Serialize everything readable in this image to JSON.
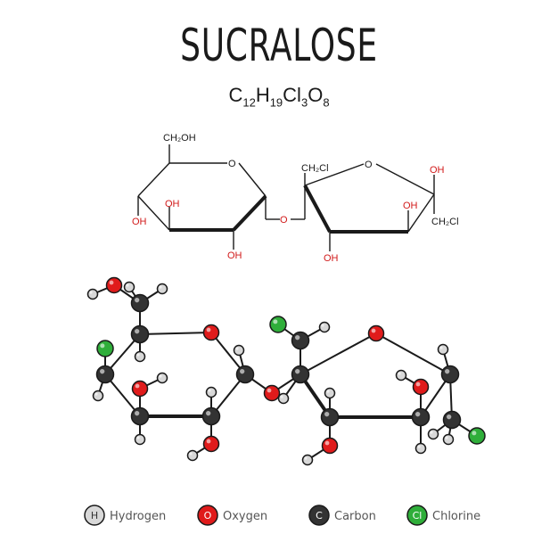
{
  "title": "SUCRALOSE",
  "formula": {
    "parts": [
      {
        "t": "C"
      },
      {
        "s": "12"
      },
      {
        "t": "H"
      },
      {
        "s": "19"
      },
      {
        "t": "Cl"
      },
      {
        "s": "3"
      },
      {
        "t": "O"
      },
      {
        "s": "8"
      }
    ]
  },
  "structure_labels": {
    "ch2oh": "CH₂OH",
    "ring_o_left": "O",
    "ring_o_right": "O",
    "bridge_o": "O",
    "ch2cl_top": "CH₂Cl",
    "ch2cl_right": "CH₂Cl",
    "oh_left": "OH",
    "oh_mid": "OH",
    "oh_bottom_left": "OH",
    "oh_right_top": "OH",
    "oh_right_mid": "OH",
    "oh_bottom_right": "OH"
  },
  "legend": [
    {
      "symbol": "H",
      "label": "Hydrogen",
      "color": "#d8d8d8"
    },
    {
      "symbol": "O",
      "label": "Oxygen",
      "color": "#e01b1b"
    },
    {
      "symbol": "C",
      "label": "Carbon",
      "color": "#333333"
    },
    {
      "symbol": "Cl",
      "label": "Chlorine",
      "color": "#2fae3a"
    }
  ],
  "colors": {
    "oxygen_text": "#d11a1a",
    "bond": "#1a1a1a"
  }
}
